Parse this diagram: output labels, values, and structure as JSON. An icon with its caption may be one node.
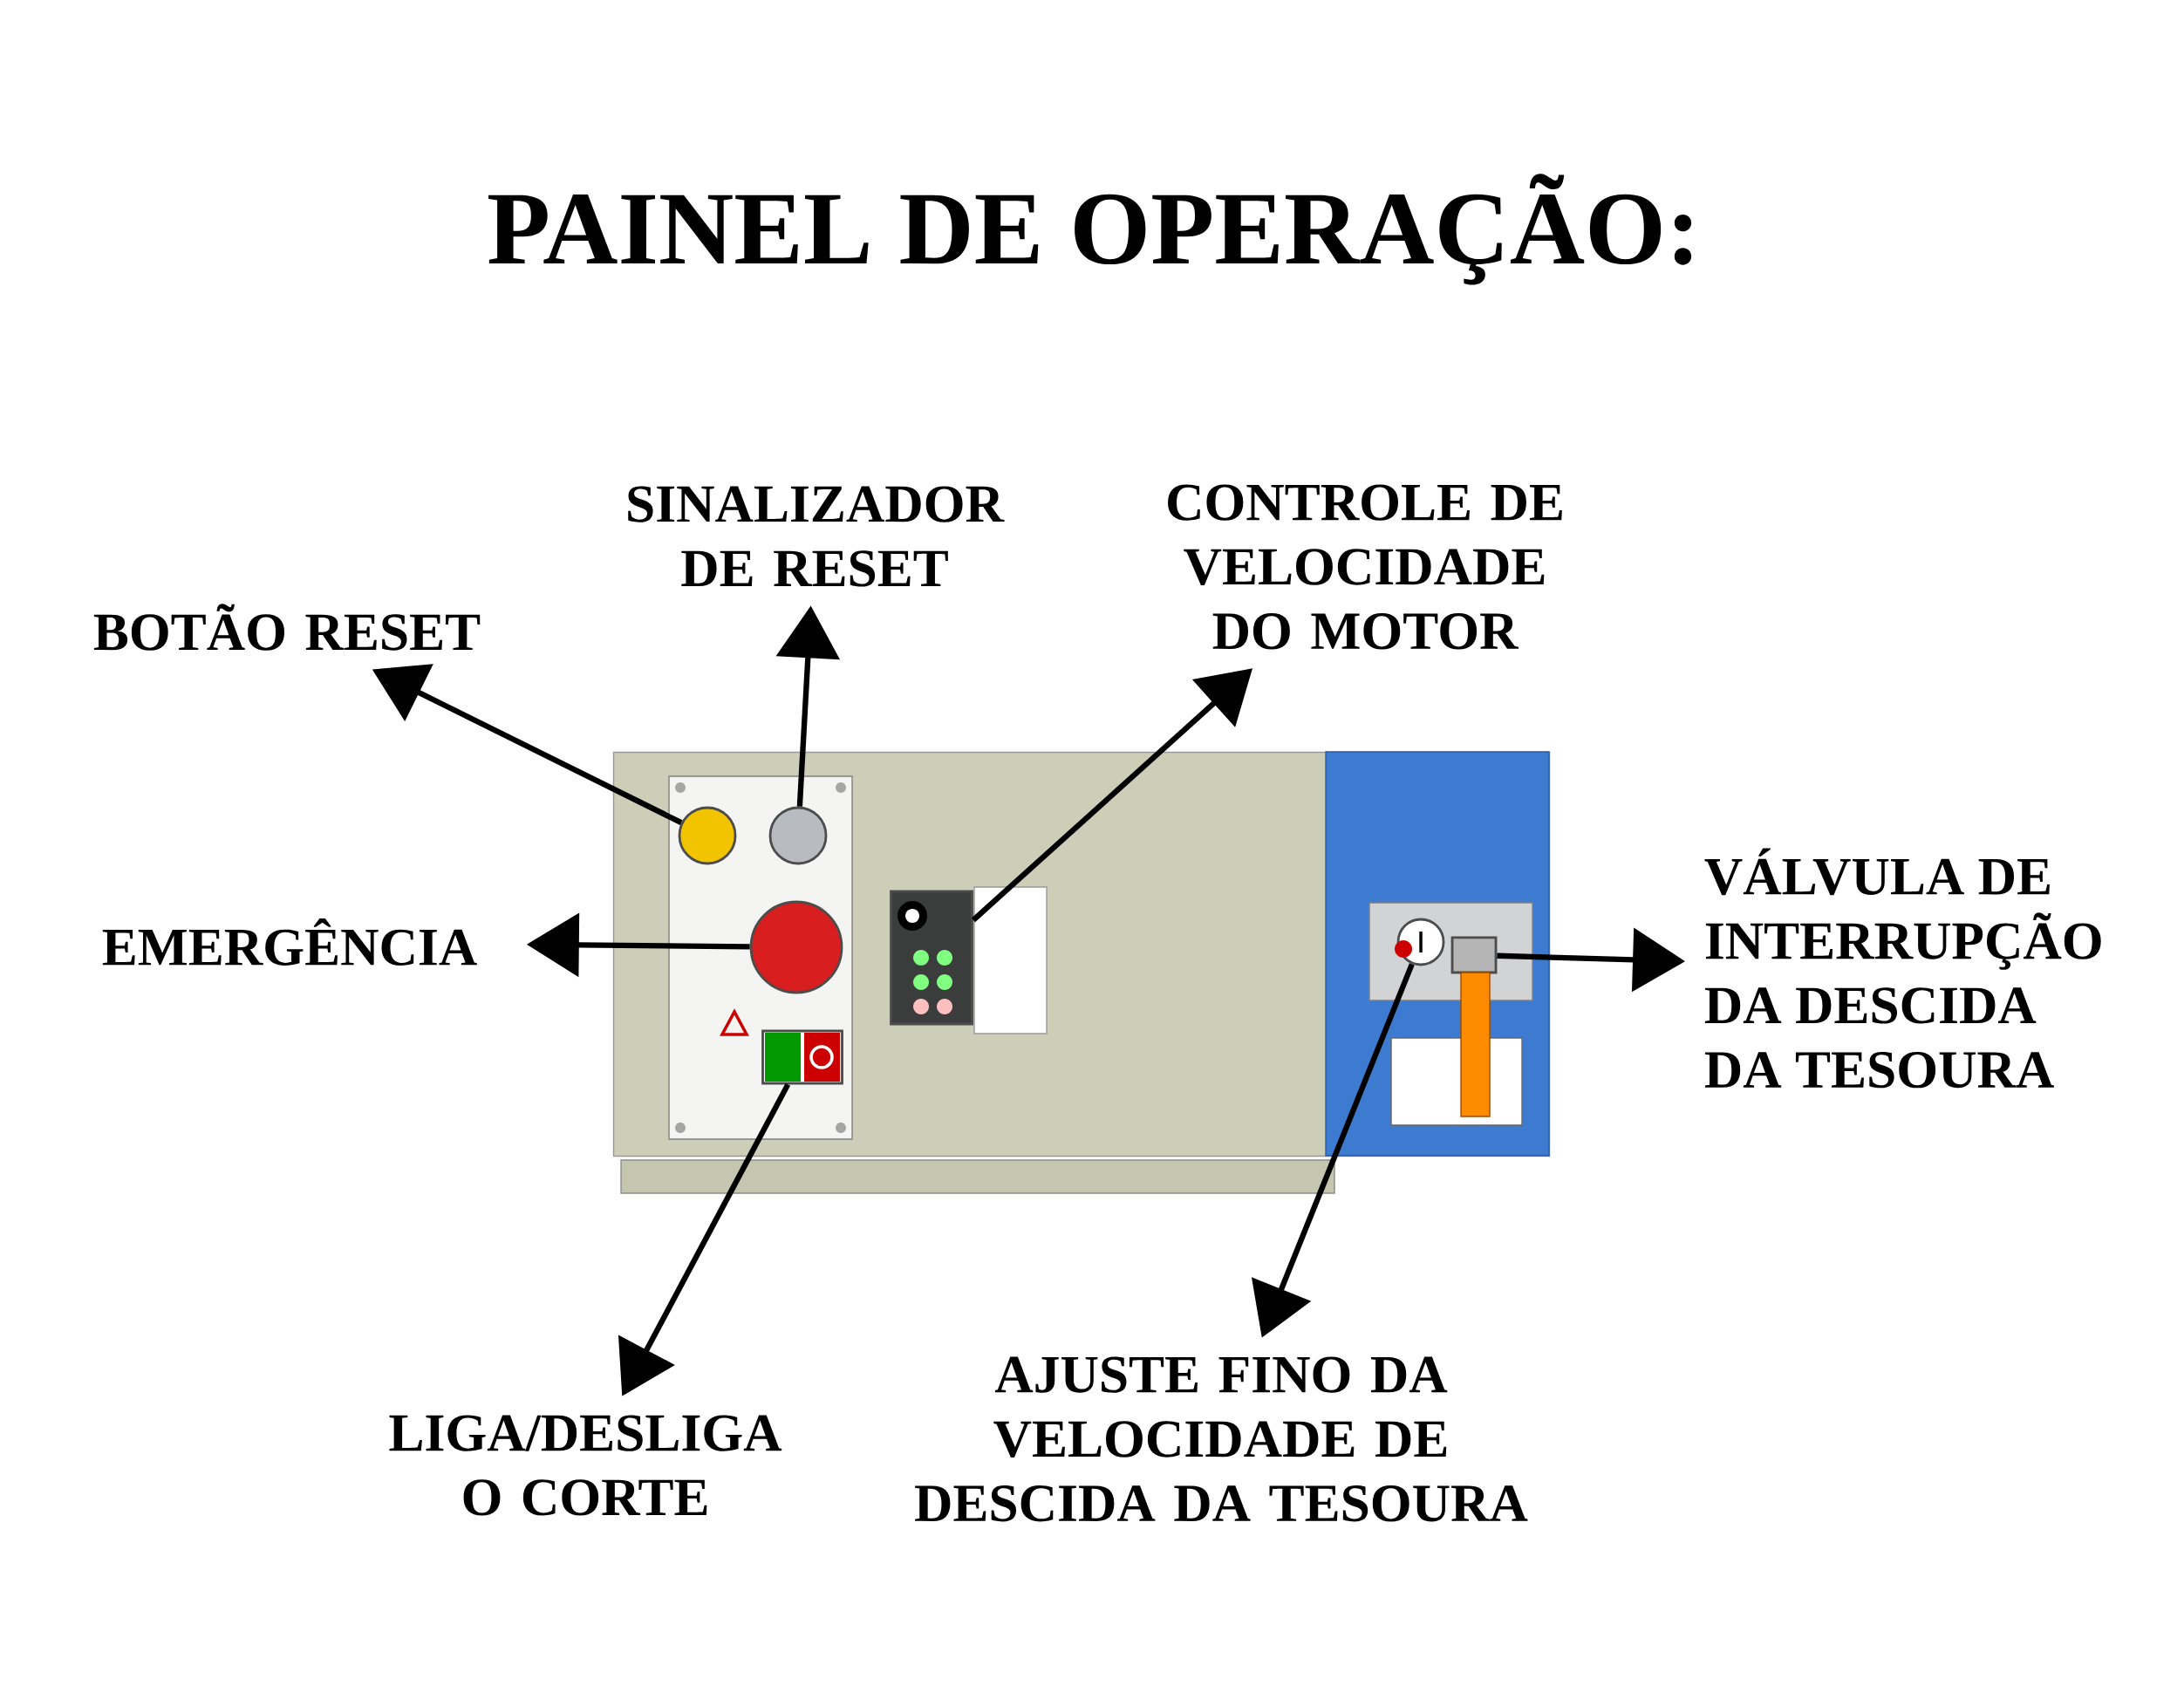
{
  "diagram": {
    "title": "PAINEL DE OPERAÇÃO:",
    "nodes": [
      {
        "text": [
          "BOTÃO RESET"
        ]
      },
      {
        "text": [
          "SINALIZADOR DE RESET"
        ]
      },
      {
        "text": [
          "CONTROLE DE VELOCIDADE DO MOTOR"
        ]
      },
      {
        "text": [
          "EMERGÊNCIA"
        ]
      },
      {
        "text": [
          "VÁLVULA DE INTERRUPÇÃO DA DESCIDA DA TESOURA"
        ]
      },
      {
        "text": [
          "LIGA/DESLIGA O CORTE"
        ]
      },
      {
        "text": [
          "AJUSTE FINO DA VELOCIDADE DE DESCIDA DA TESOURA"
        ]
      },
      {
        "text": [],
        "shape": "picture"
      },
      {
        "text": [],
        "shape": "circle",
        "in": 7
      },
      {
        "text": [],
        "shape": "circle",
        "in": 7
      },
      {
        "text": [],
        "shape": "box",
        "in": 7
      },
      {
        "text": [],
        "shape": "circle",
        "in": 7
      },
      {
        "text": [],
        "shape": "box",
        "in": 7
      },
      {
        "text": [],
        "shape": "circle",
        "in": 7
      },
      {
        "text": [],
        "shape": "box",
        "in": 7
      }
    ],
    "edges": [
      {
        "from": 8,
        "to": 0,
        "arrow": "to"
      },
      {
        "from": 9,
        "to": 1,
        "arrow": "to"
      },
      {
        "from": 10,
        "to": 2,
        "arrow": "to"
      },
      {
        "from": 11,
        "to": 3,
        "arrow": "to"
      },
      {
        "from": 14,
        "to": 4,
        "arrow": "to"
      },
      {
        "from": 12,
        "to": 5,
        "arrow": "to"
      },
      {
        "from": 13,
        "to": 6,
        "arrow": "to"
      }
    ]
  }
}
